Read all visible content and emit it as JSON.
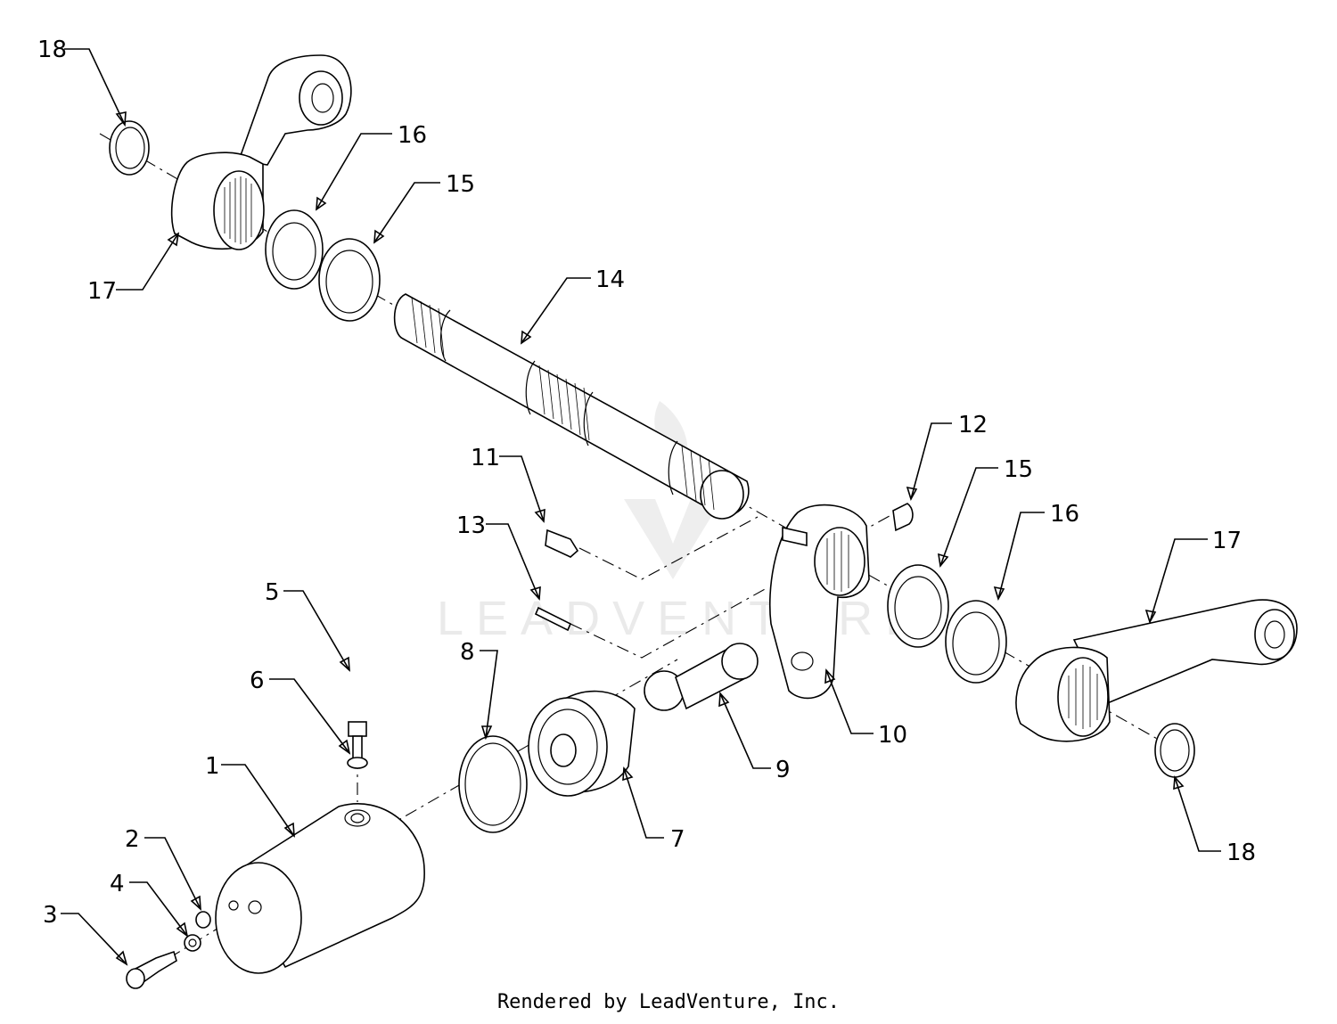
{
  "diagram": {
    "callouts": [
      {
        "num": "1",
        "name": "callout-1"
      },
      {
        "num": "2",
        "name": "callout-2"
      },
      {
        "num": "3",
        "name": "callout-3"
      },
      {
        "num": "4",
        "name": "callout-4"
      },
      {
        "num": "5",
        "name": "callout-5"
      },
      {
        "num": "6",
        "name": "callout-6"
      },
      {
        "num": "7",
        "name": "callout-7"
      },
      {
        "num": "8",
        "name": "callout-8"
      },
      {
        "num": "9",
        "name": "callout-9"
      },
      {
        "num": "10",
        "name": "callout-10"
      },
      {
        "num": "11",
        "name": "callout-11"
      },
      {
        "num": "12",
        "name": "callout-12"
      },
      {
        "num": "13",
        "name": "callout-13"
      },
      {
        "num": "14",
        "name": "callout-14"
      },
      {
        "num": "15",
        "name": "callout-15-upper"
      },
      {
        "num": "16",
        "name": "callout-16-upper"
      },
      {
        "num": "17",
        "name": "callout-17-upper"
      },
      {
        "num": "18",
        "name": "callout-18-upper"
      },
      {
        "num": "15",
        "name": "callout-15-lower"
      },
      {
        "num": "16",
        "name": "callout-16-lower"
      },
      {
        "num": "17",
        "name": "callout-17-lower"
      },
      {
        "num": "18",
        "name": "callout-18-lower"
      }
    ]
  },
  "watermark": {
    "text": "LEADVENTURE"
  },
  "footer": {
    "text": "Rendered by LeadVenture, Inc."
  },
  "colors": {
    "ink": "#000000",
    "watermark": "#d9d9d9",
    "background": "#ffffff"
  }
}
